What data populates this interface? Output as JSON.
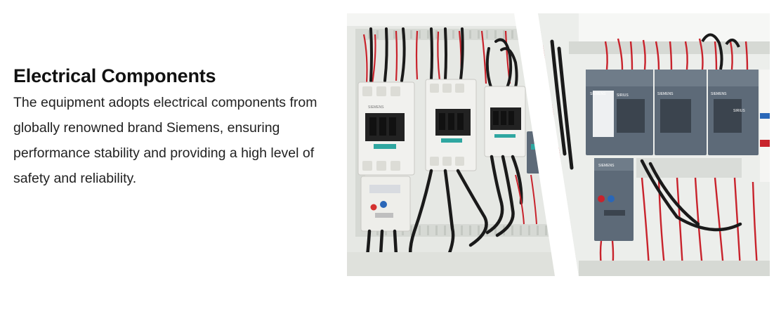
{
  "section": {
    "heading": "Electrical Components",
    "body": "The equipment adopts electrical components from globally renowned brand Siemens, ensuring performance stability and providing a high level of safety and reliability."
  },
  "photo": {
    "description_icon": "contactor-panel-photo",
    "brand_labels": {
      "left": "SIEMENS",
      "right_1": "SIEMENS",
      "right_2": "SIEMENS",
      "right_3": "SIEMENS",
      "right_4": "SIEMENS",
      "sirius_1": "SIRIUS",
      "sirius_2": "SIRIUS"
    }
  },
  "colors": {
    "heading": "#111111",
    "body": "#222222",
    "wire_red": "#c8232c",
    "wire_black": "#1a1a1a",
    "contactor_white": "#f1f1ee",
    "contactor_grey": "#5d6a78",
    "teal_label": "#2fa7a1"
  }
}
